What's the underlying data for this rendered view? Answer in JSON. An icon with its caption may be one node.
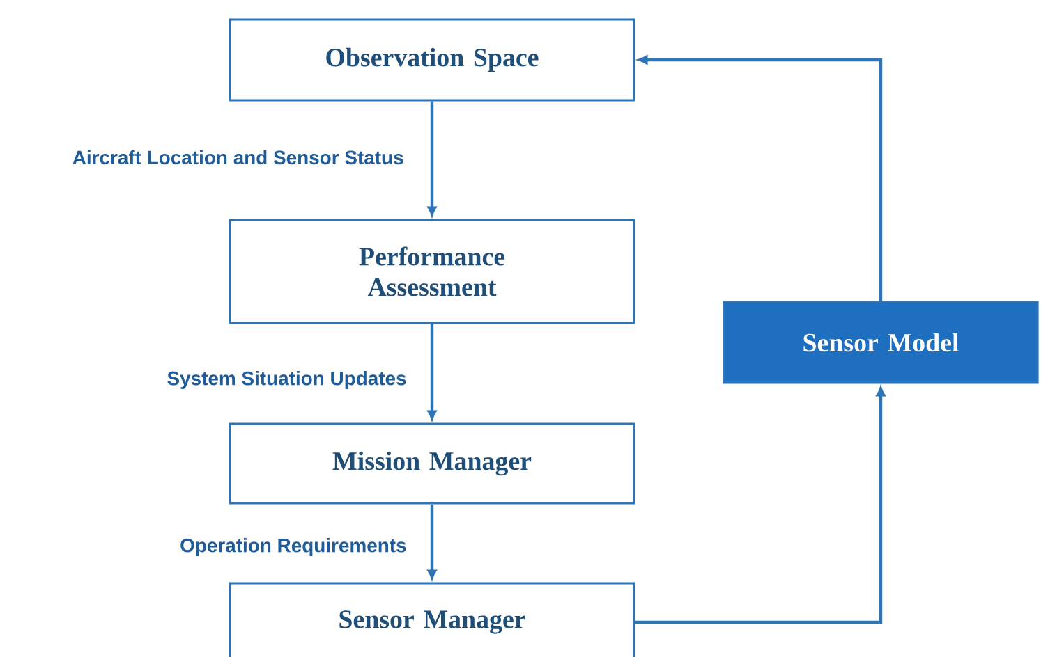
{
  "diagram": {
    "nodes": [
      {
        "text": [
          "Observation Space"
        ]
      },
      {
        "text": [
          "Performance Assessment"
        ]
      },
      {
        "text": [
          "Mission Manager"
        ]
      },
      {
        "text": [
          "Sensor Manager"
        ]
      },
      {
        "text": [
          "Sensor Model"
        ]
      }
    ],
    "edges": [
      {
        "from": 0,
        "to": 1,
        "arrow": "to",
        "label": "Aircraft Location and Sensor Status"
      },
      {
        "from": 1,
        "to": 2,
        "arrow": "to",
        "label": "System Situation Updates"
      },
      {
        "from": 2,
        "to": 3,
        "arrow": "to",
        "label": "Operation Requirements"
      },
      {
        "from": 3,
        "to": 4,
        "arrow": "to"
      },
      {
        "from": 4,
        "to": 0,
        "arrow": "to"
      }
    ]
  }
}
